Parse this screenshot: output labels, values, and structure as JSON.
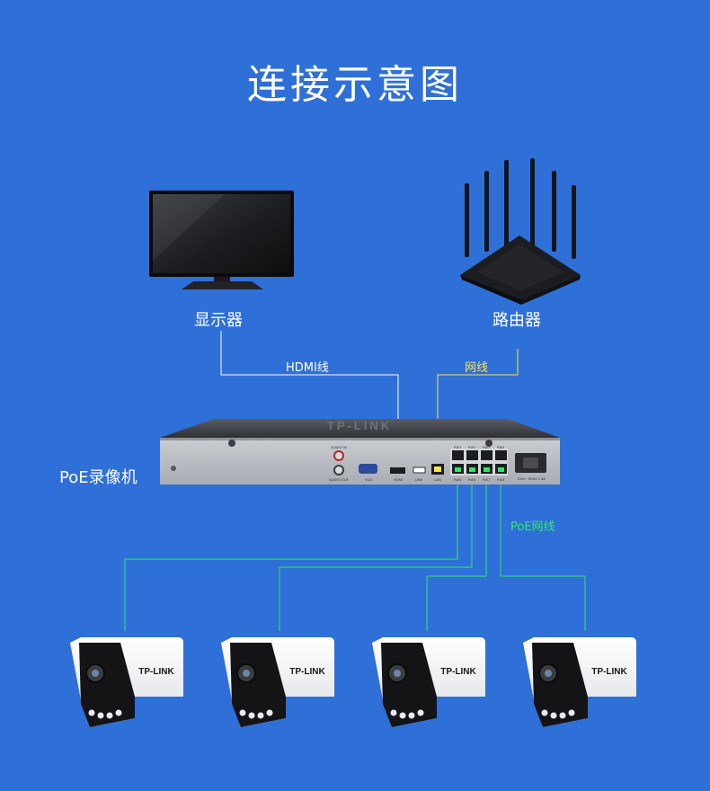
{
  "title": "连接示意图",
  "devices": {
    "monitor": {
      "label": "显示器",
      "icon": "monitor-icon"
    },
    "router": {
      "label": "路由器",
      "icon": "router-icon"
    },
    "nvr": {
      "label": "PoE录像机",
      "brand": "TP-LINK",
      "ports": [
        "AUDIO IN",
        "AUDIO OUT",
        "VGA",
        "HDMI",
        "USB",
        "LAN",
        "PoE1",
        "PoE2",
        "PoE3",
        "PoE4",
        "PoE5",
        "PoE6",
        "PoE7",
        "PoE8",
        "100V~ 50Hz 2.5A"
      ]
    },
    "cameras": [
      {
        "brand": "TP-LINK",
        "icon": "bullet-camera-icon"
      },
      {
        "brand": "TP-LINK",
        "icon": "bullet-camera-icon"
      },
      {
        "brand": "TP-LINK",
        "icon": "bullet-camera-icon"
      },
      {
        "brand": "TP-LINK",
        "icon": "bullet-camera-icon"
      }
    ]
  },
  "cables": {
    "hdmi": {
      "label": "HDMI线",
      "color": "#ffffff"
    },
    "network": {
      "label": "网线",
      "color": "#f5e44a"
    },
    "poe": {
      "label": "PoE网线",
      "color": "#2ee86a"
    }
  },
  "colors": {
    "background": "#2f6fd8"
  }
}
